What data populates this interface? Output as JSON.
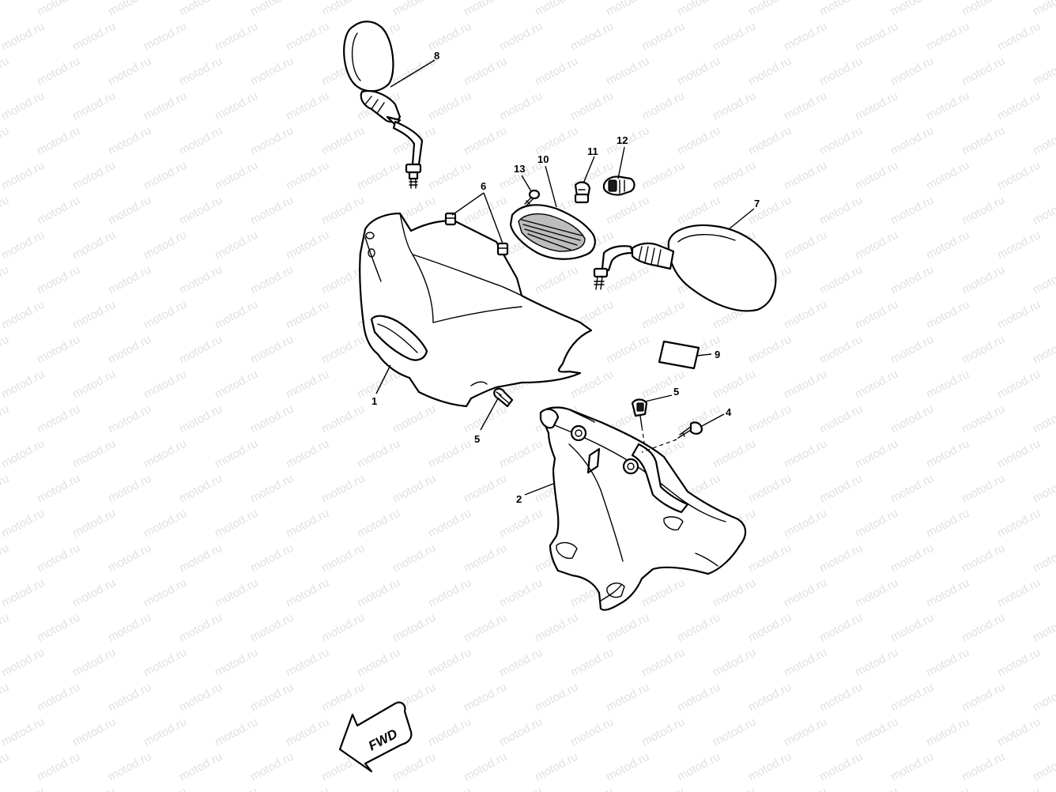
{
  "watermark": {
    "text": "motod.ru",
    "color": "#c8c8c8"
  },
  "callouts": [
    {
      "id": "1",
      "label": "1"
    },
    {
      "id": "2",
      "label": "2"
    },
    {
      "id": "4",
      "label": "4"
    },
    {
      "id": "5a",
      "label": "5"
    },
    {
      "id": "5b",
      "label": "5"
    },
    {
      "id": "6",
      "label": "6"
    },
    {
      "id": "7",
      "label": "7"
    },
    {
      "id": "8",
      "label": "8"
    },
    {
      "id": "9",
      "label": "9"
    },
    {
      "id": "10",
      "label": "10"
    },
    {
      "id": "11",
      "label": "11"
    },
    {
      "id": "12",
      "label": "12"
    },
    {
      "id": "13",
      "label": "13"
    }
  ],
  "direction_arrow": {
    "label": "FWD",
    "icon": "fwd-arrow-icon"
  },
  "parts": [
    {
      "ref": "1",
      "icon": "front-cowl-icon"
    },
    {
      "ref": "2",
      "icon": "inner-panel-icon"
    },
    {
      "ref": "4",
      "icon": "bolt-icon"
    },
    {
      "ref": "5",
      "icon": "screw-icon"
    },
    {
      "ref": "6",
      "icon": "nut-icon"
    },
    {
      "ref": "7",
      "icon": "mirror-right-icon"
    },
    {
      "ref": "8",
      "icon": "mirror-left-icon"
    },
    {
      "ref": "9",
      "icon": "label-plate-icon"
    },
    {
      "ref": "10",
      "icon": "turn-signal-lens-icon"
    },
    {
      "ref": "11",
      "icon": "bulb-icon"
    },
    {
      "ref": "12",
      "icon": "socket-icon"
    },
    {
      "ref": "13",
      "icon": "lens-screw-icon"
    }
  ]
}
